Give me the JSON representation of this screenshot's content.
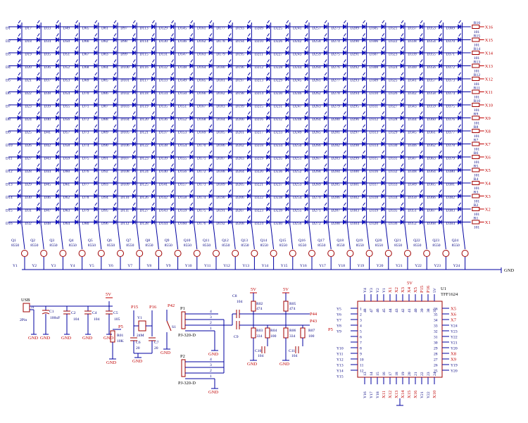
{
  "matrix": {
    "rows": 16,
    "cols": 24,
    "row_resistors": [
      "R16",
      "R15",
      "R14",
      "R13",
      "R12",
      "R11",
      "R10",
      "R9",
      "R8",
      "R7",
      "R6",
      "R5",
      "R4",
      "R3",
      "R2",
      "R1"
    ],
    "row_resistor_value": "101",
    "row_nets": [
      "X16",
      "X15",
      "X14",
      "X13",
      "X12",
      "X11",
      "X10",
      "X9",
      "X8",
      "X7",
      "X6",
      "X5",
      "X4",
      "X3",
      "X2",
      "X1"
    ],
    "transistors": [
      "Q1",
      "Q2",
      "Q3",
      "Q4",
      "Q5",
      "Q6",
      "Q7",
      "Q8",
      "Q9",
      "Q10",
      "Q11",
      "Q12",
      "Q13",
      "Q14",
      "Q15",
      "Q16",
      "Q17",
      "Q18",
      "Q19",
      "Q20",
      "Q21",
      "Q22",
      "Q23",
      "Q24"
    ],
    "transistor_type": "8550",
    "col_nets": [
      "Y1",
      "Y2",
      "Y3",
      "Y4",
      "Y5",
      "Y6",
      "Y7",
      "Y8",
      "Y9",
      "Y10",
      "Y11",
      "Y12",
      "Y13",
      "Y14",
      "Y15",
      "Y16",
      "Y17",
      "Y18",
      "Y19",
      "Y20",
      "Y21",
      "Y22",
      "Y23",
      "Y24"
    ],
    "gnd_label": "GND"
  },
  "usb": {
    "title": "USB",
    "connector": "J1",
    "pins_label": "2Pin",
    "c1": "C1",
    "c1_val": "100uF",
    "c2": "C2",
    "c2_val": "104",
    "c4": "C4",
    "c4_val": "104",
    "c5": "C5",
    "c5_val": "105",
    "gnd": "GND"
  },
  "power": {
    "vcc": "5V",
    "p5": "P5",
    "r01": "R01",
    "r01_val": "10K",
    "gnd": "GND"
  },
  "clock": {
    "p15": "P15",
    "p16": "P16",
    "y1": "Y1",
    "y1_val": "24M",
    "c6": "C6",
    "c6_val": "20",
    "c7": "C7",
    "c7_val": "20",
    "gnd": "GND"
  },
  "switch": {
    "p42": "P42",
    "s1": "S1",
    "gnd": "GND"
  },
  "audio": {
    "p1": "P1",
    "p2": "P2",
    "p1_part": "PJ-320-D",
    "p2_part": "PJ-320-D",
    "pins": [
      "4",
      "3",
      "2",
      "1"
    ],
    "c8": "C8",
    "c8_val": "104",
    "c9": "C9",
    "c9_val": "104",
    "r02": "R02",
    "r02_val": "474",
    "r03": "R03",
    "r03_val": "334",
    "r04": "R04",
    "r04_val": "100",
    "r05": "R05",
    "r05_val": "474",
    "r06": "R06",
    "r06_val": "334",
    "r07": "R07",
    "r07_val": "100",
    "c10": "C10",
    "c10_val": "104",
    "c11": "C11",
    "c11_val": "104",
    "p44": "P44",
    "p43": "P43",
    "vcc": "5V",
    "gnd": "GND"
  },
  "mcu": {
    "ref": "U1",
    "part": "TFF1624",
    "p5": "P5",
    "vcc": "5V",
    "left_labels": [
      "Y5",
      "Y6",
      "Y7",
      "Y8",
      "Y9",
      "",
      "",
      "Y10",
      "Y11",
      "Y12",
      "Y13",
      "Y14",
      "Y15"
    ],
    "left_pins": [
      "1",
      "2",
      "3",
      "4",
      "5",
      "6",
      "7",
      "8",
      "9",
      "10",
      "11",
      "12"
    ],
    "right_pins": [
      "36",
      "35",
      "34",
      "33",
      "32",
      "31",
      "30",
      "29",
      "28",
      "27",
      "26",
      "25"
    ],
    "right_labels": [
      "X5",
      "X6",
      "X7",
      "Y24",
      "Y23",
      "Y22",
      "Y21",
      "Y20",
      "X8",
      "X9",
      "Y19",
      "Y20"
    ],
    "top_pins": [
      "48",
      "47",
      "46",
      "45",
      "44",
      "43",
      "42",
      "41",
      "40",
      "39",
      "38",
      "37"
    ],
    "top_labels": [
      "Y4",
      "Y3",
      "Y2",
      "Y1",
      "X1",
      "X2",
      "X3",
      "X4",
      "X5",
      "P15",
      "P16",
      "5V"
    ],
    "bottom_pins": [
      "13",
      "14",
      "15",
      "16",
      "17",
      "18",
      "19",
      "20",
      "21",
      "22",
      "23",
      "24"
    ],
    "bottom_labels": [
      "Y16",
      "Y17",
      "Y18",
      "X11",
      "X12",
      "X13",
      "X14",
      "X15",
      "X16",
      "Y21",
      "Y22",
      "X10"
    ],
    "gnd": "GND"
  }
}
